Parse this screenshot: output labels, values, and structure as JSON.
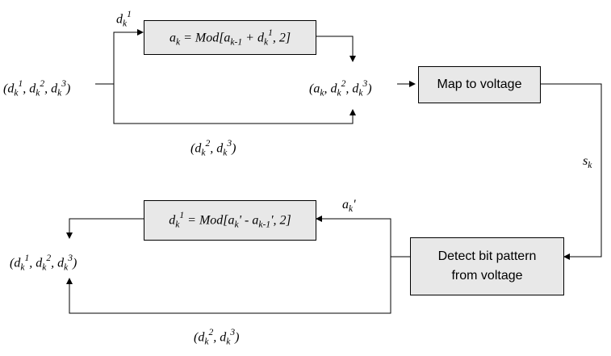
{
  "diagram": {
    "input_tuple": "(d_k^1, d_k^2, d_k^3)",
    "top_branch_label": "d_k^1",
    "encoder_formula": "a_k = Mod[a_{k-1} + d_k^1, 2]",
    "bypass_label": "(d_k^2, d_k^3)",
    "merged_tuple": "(a_k, d_k^2, d_k^3)",
    "map_box": "Map to voltage",
    "channel_label": "s_k",
    "detect_box": [
      "Detect bit pattern",
      "from voltage"
    ],
    "detected_label": "a_k'",
    "decoder_formula": "d_k^1 = Mod[a_k' - a_{k-1}', 2]",
    "output_tuple": "(d_k^1, d_k^2, d_k^3)",
    "output_bypass_label": "(d_k^2, d_k^3)"
  }
}
